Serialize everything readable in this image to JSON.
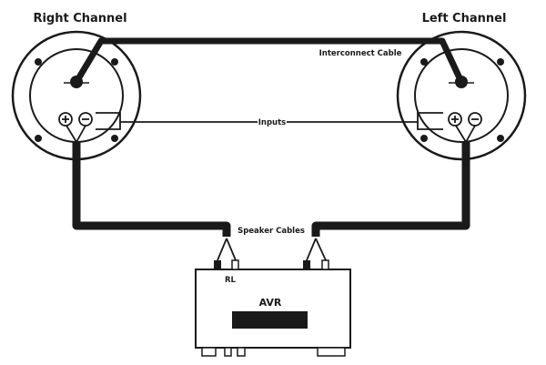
{
  "title": "Speaker wiring diagram",
  "speakers": [
    {
      "id": "right",
      "label": "Right Channel",
      "terminals": [
        "+",
        "−"
      ]
    },
    {
      "id": "left",
      "label": "Left Channel",
      "terminals": [
        "+",
        "−"
      ]
    }
  ],
  "cables": {
    "interconnect": "Interconnect Cable",
    "inputs": "Inputs",
    "speaker": "Speaker Cables"
  },
  "receiver": {
    "label": "AVR",
    "terminal_label": "RL"
  },
  "colors": {
    "ink": "#1a1a1a",
    "background": "#ffffff"
  }
}
